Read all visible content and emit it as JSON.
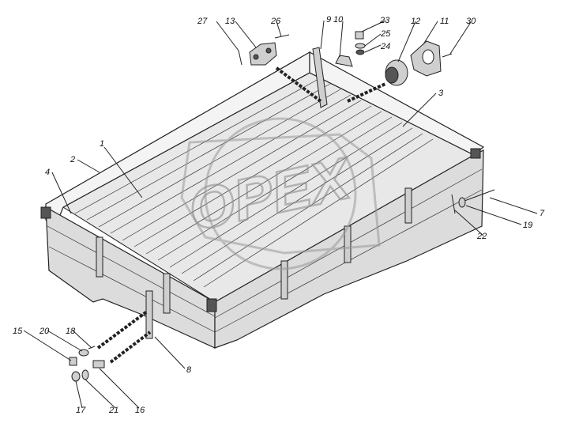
{
  "diagram": {
    "watermark": "OPEX",
    "labels": [
      {
        "id": "1",
        "text": "1"
      },
      {
        "id": "2",
        "text": "2"
      },
      {
        "id": "3",
        "text": "3"
      },
      {
        "id": "4",
        "text": "4"
      },
      {
        "id": "7",
        "text": "7"
      },
      {
        "id": "8",
        "text": "8"
      },
      {
        "id": "9",
        "text": "9"
      },
      {
        "id": "10",
        "text": "10"
      },
      {
        "id": "11",
        "text": "11"
      },
      {
        "id": "12",
        "text": "12"
      },
      {
        "id": "13",
        "text": "13"
      },
      {
        "id": "15",
        "text": "15"
      },
      {
        "id": "16",
        "text": "16"
      },
      {
        "id": "17",
        "text": "17"
      },
      {
        "id": "18",
        "text": "18"
      },
      {
        "id": "19",
        "text": "19"
      },
      {
        "id": "20",
        "text": "20"
      },
      {
        "id": "21",
        "text": "21"
      },
      {
        "id": "22",
        "text": "22"
      },
      {
        "id": "23",
        "text": "23"
      },
      {
        "id": "24",
        "text": "24"
      },
      {
        "id": "25",
        "text": "25"
      },
      {
        "id": "26",
        "text": "26"
      },
      {
        "id": "27",
        "text": "27"
      },
      {
        "id": "30",
        "text": "30"
      }
    ]
  }
}
